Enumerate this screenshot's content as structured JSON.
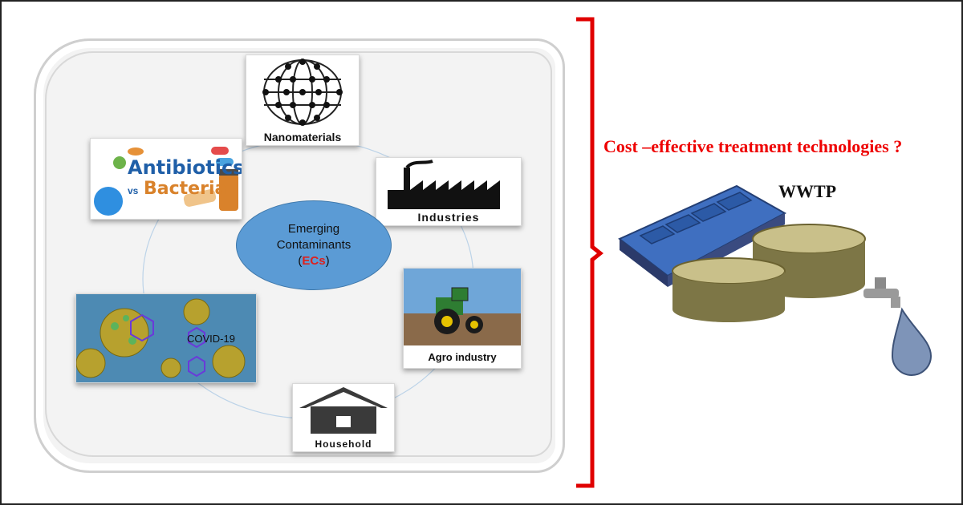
{
  "center": {
    "line1": "Emerging",
    "line2": "Contaminants",
    "open": "(",
    "abbr": "ECs",
    "close": ")"
  },
  "sources": {
    "nanomaterials": "Nanomaterials",
    "industries": "Industries",
    "agro": "Agro industry",
    "household": "Household",
    "covid": "COVID-19",
    "antibiotics_word": "Antibiotics",
    "vs_word": "vs",
    "bacteria_word": "Bacteria"
  },
  "right": {
    "question": "Cost –effective treatment technologies ?",
    "plant_label": "WWTP"
  },
  "colors": {
    "accent_red": "#ee0000",
    "center_blue": "#5b9bd5",
    "ecs_red": "#e0201b"
  }
}
